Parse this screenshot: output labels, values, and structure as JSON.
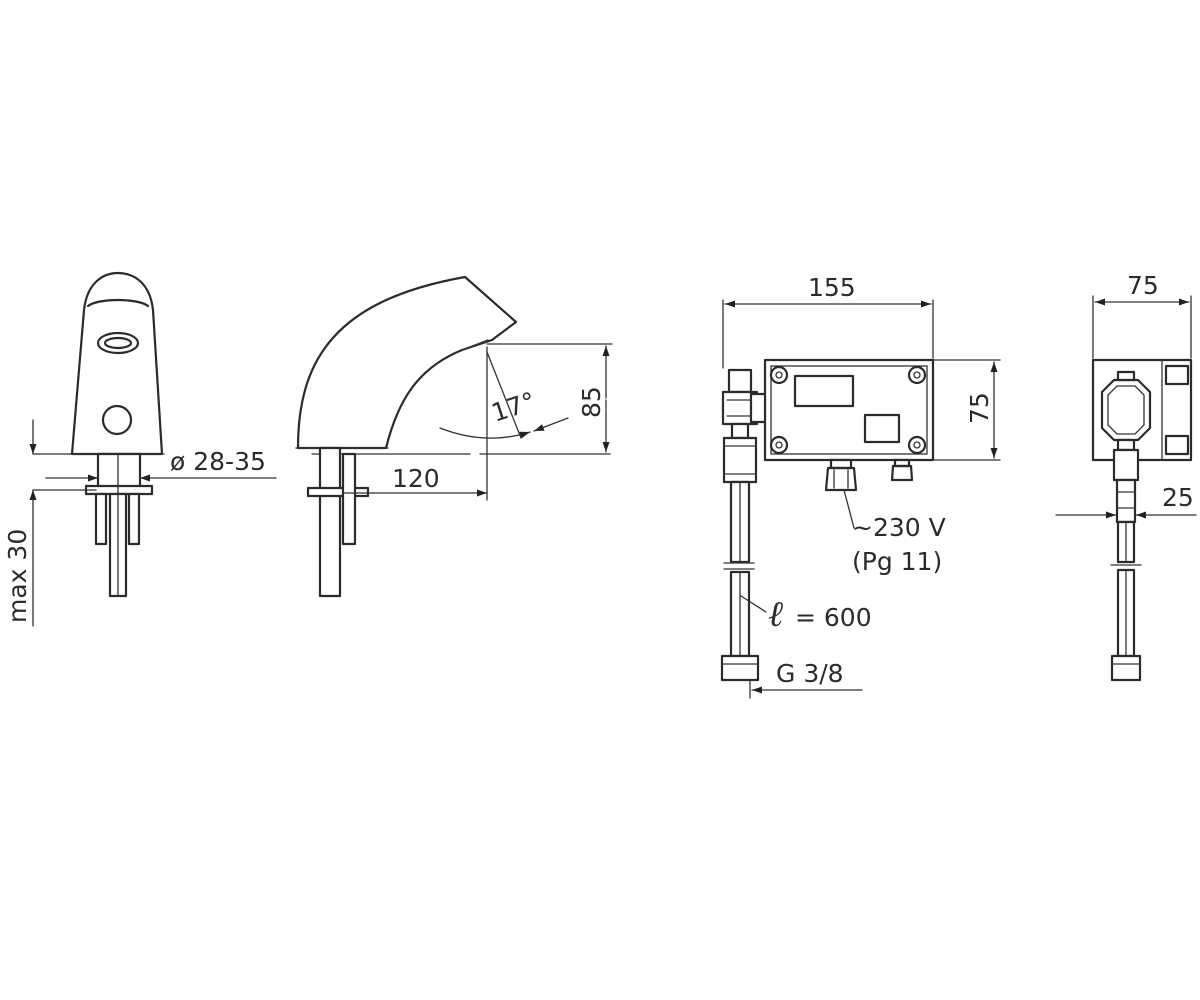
{
  "labels": {
    "max_30": "max 30",
    "dia_28_35": "ø 28-35",
    "dim_120": "120",
    "angle_17": "17°",
    "dim_85": "85",
    "dim_155": "155",
    "dim_75_box": "75",
    "voltage": "~230 V",
    "pg11": "(Pg 11)",
    "ell_symbol": "ℓ",
    "ell_value": "= 600",
    "thread": "G 3/8",
    "dim_75_side": "75",
    "dim_25": "25"
  }
}
